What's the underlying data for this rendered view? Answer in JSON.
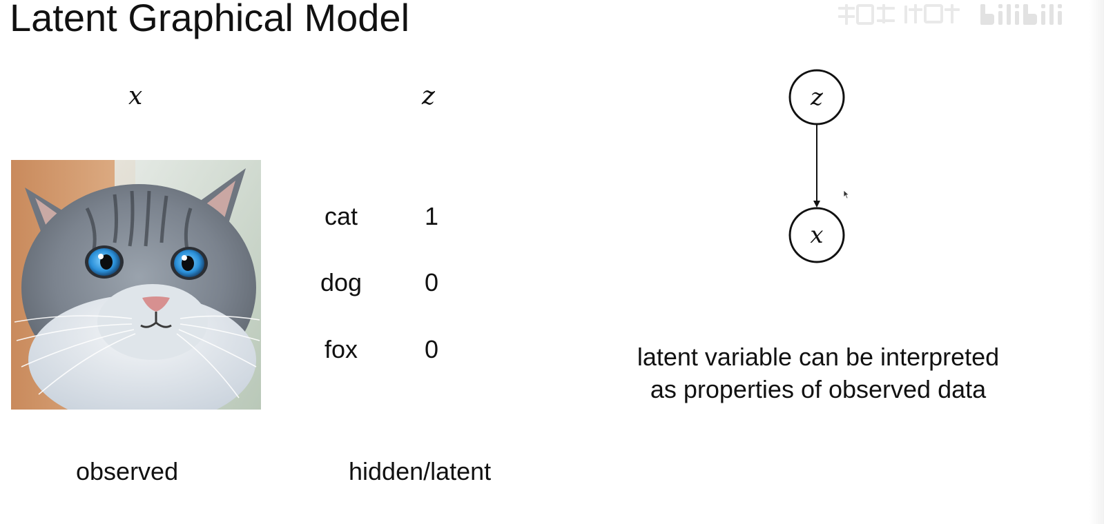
{
  "slide": {
    "title": "Latent Graphical Model"
  },
  "columns": {
    "x_symbol": "x",
    "z_symbol": "z"
  },
  "table": {
    "rows": [
      {
        "label": "cat",
        "value": "1"
      },
      {
        "label": "dog",
        "value": "0"
      },
      {
        "label": "fox",
        "value": "0"
      }
    ]
  },
  "captions": {
    "observed": "observed",
    "latent": "hidden/latent"
  },
  "graph": {
    "top_node": "z",
    "bottom_node": "x",
    "description_line1": "latent variable can be interpreted",
    "description_line2": "as properties of observed data"
  },
  "colors": {
    "text": "#111111",
    "background": "#ffffff",
    "watermark": "#e6e6e6"
  },
  "icons": {
    "cursor": "mouse-pointer-icon",
    "watermark": "bilibili-logo"
  }
}
